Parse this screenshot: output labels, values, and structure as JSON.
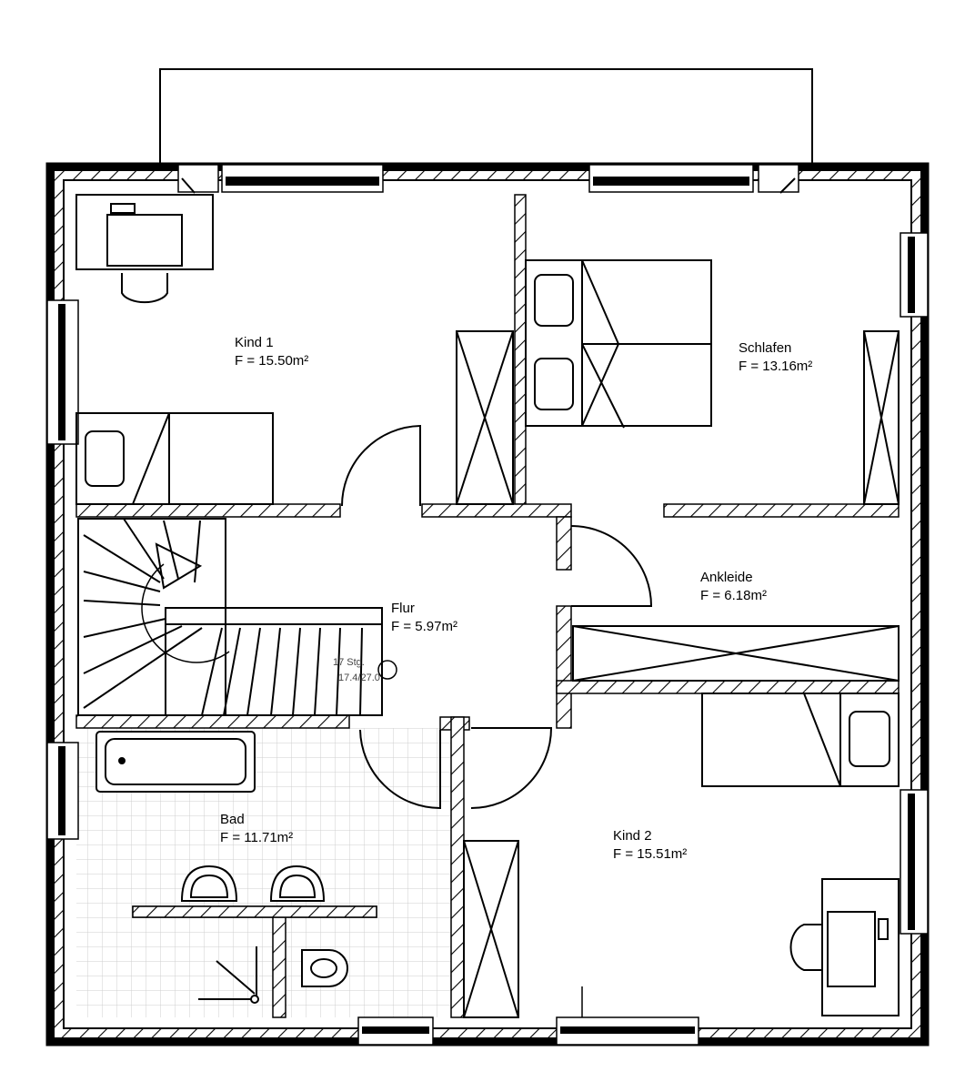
{
  "rooms": [
    {
      "name": "Kind 1",
      "area": "F = 15.50m²"
    },
    {
      "name": "Schlafen",
      "area": "F = 13.16m²"
    },
    {
      "name": "Flur",
      "area": "F = 5.97m²"
    },
    {
      "name": "Ankleide",
      "area": "F = 6.18m²"
    },
    {
      "name": "Bad",
      "area": "F = 11.71m²"
    },
    {
      "name": "Kind 2",
      "area": "F = 15.51m²"
    }
  ],
  "stair": {
    "steps": "17 Stg.",
    "ratio": "17.4/27.0"
  }
}
